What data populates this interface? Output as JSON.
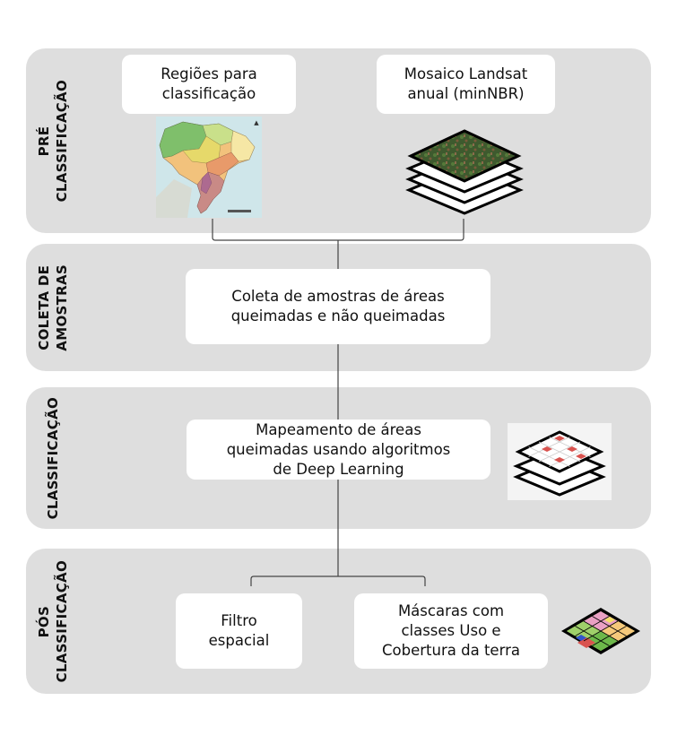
{
  "stages": {
    "pre": {
      "label": "PRÉ\nCLASSIFICAÇÃO"
    },
    "coleta": {
      "label": "COLETA DE\nAMOSTRAS"
    },
    "classificacao": {
      "label": "CLASSIFICAÇÃO"
    },
    "pos": {
      "label": "PÓS\nCLASSIFICAÇÃO"
    }
  },
  "boxes": {
    "regioes": "Regiões para\nclassificação",
    "mosaico": "Mosaico Landsat\nanual (minNBR)",
    "coleta": "Coleta de amostras de áreas\nqueimadas e não queimadas",
    "mapeamento": "Mapeamento de áreas\nqueimadas usando algoritmos\nde Deep Learning",
    "filtro": "Filtro\nespacial",
    "mascaras": "Máscaras com\nclasses Uso e\nCobertura da terra"
  },
  "icons": {
    "map": "brazil-regions-map-icon",
    "raster_stack": "landsat-raster-stack-icon",
    "grid_stack": "classified-grid-stack-icon",
    "landcover_grid": "landcover-grid-icon"
  },
  "colors": {
    "panel": "#dedede",
    "box": "#ffffff",
    "connector": "#444444",
    "burned_cell": "#d9534f"
  }
}
